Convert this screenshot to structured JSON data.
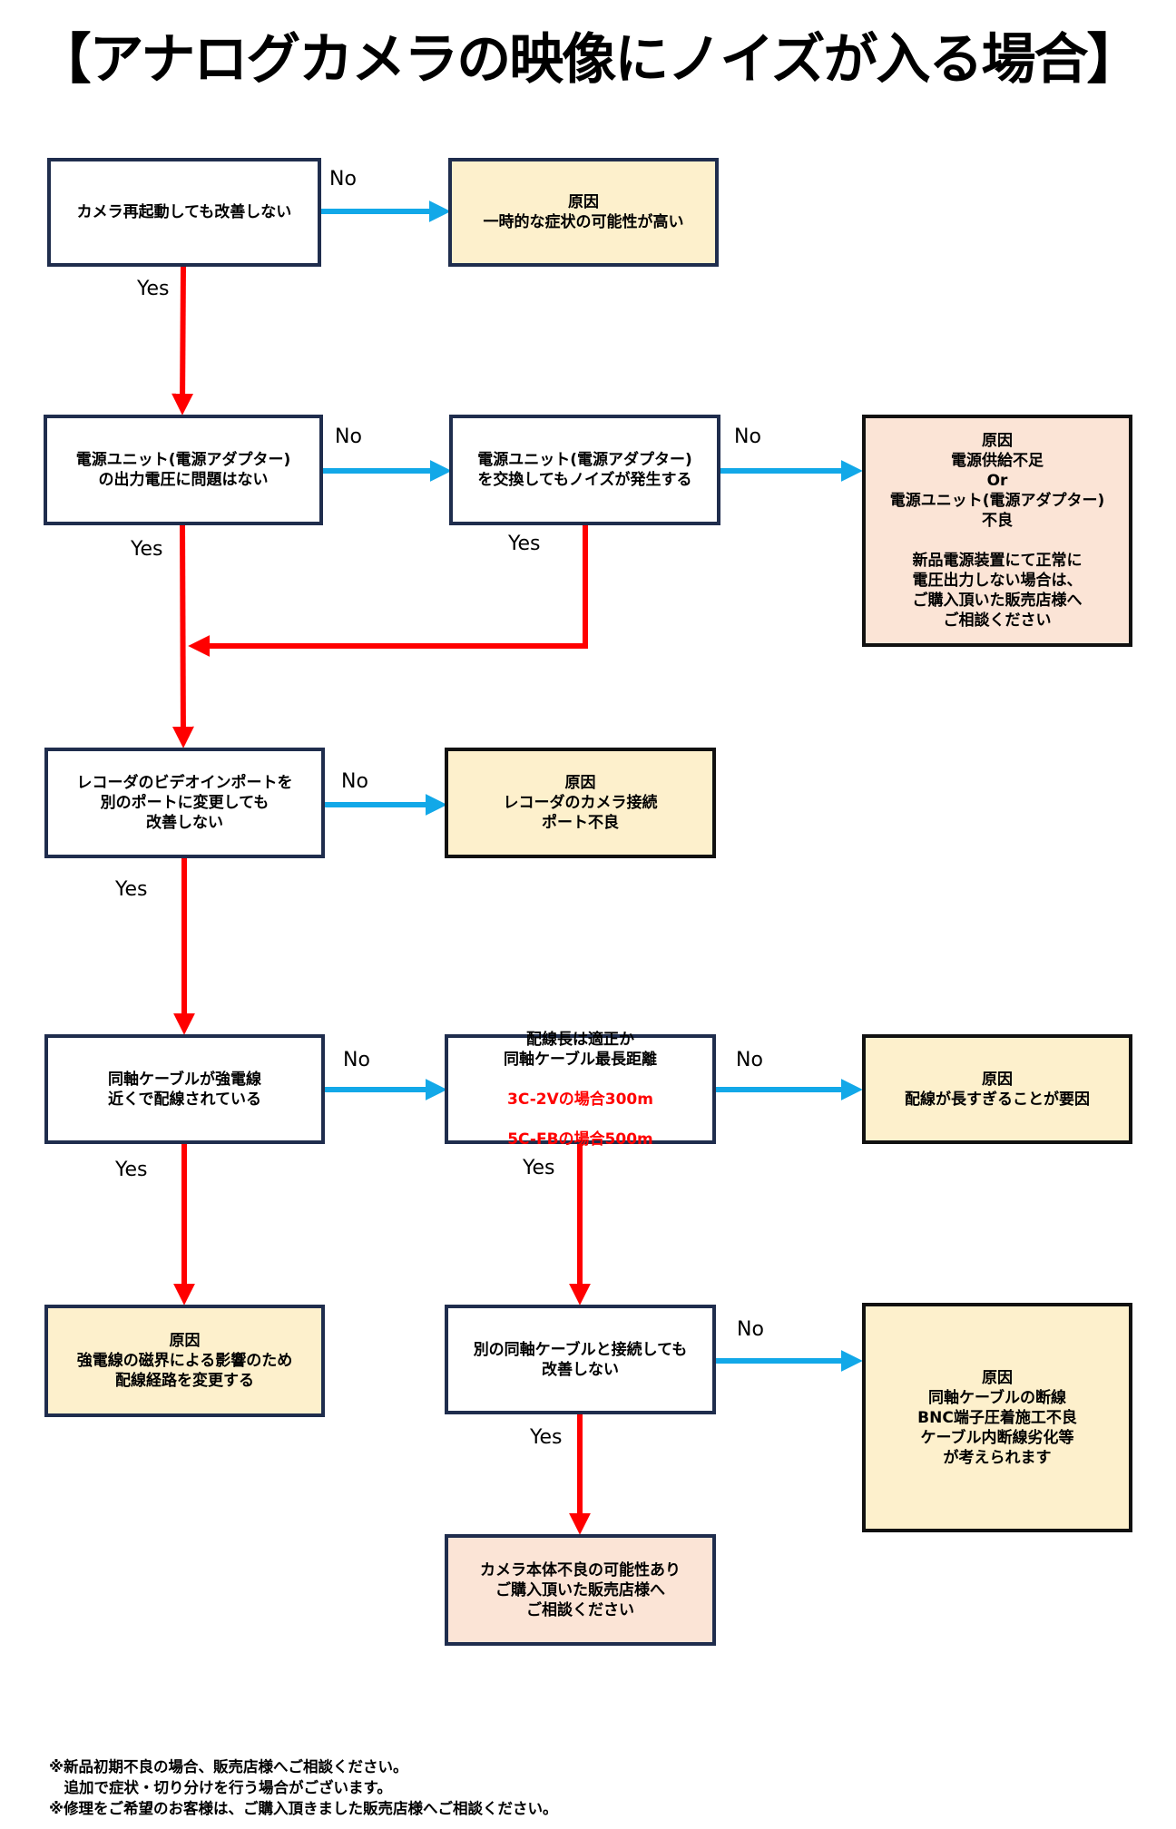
{
  "title": "【アナログカメラの映像にノイズが入る場合】",
  "labels": {
    "yes": "Yes",
    "no": "No"
  },
  "colors": {
    "yes_arrow": "#ff0000",
    "no_arrow": "#12a8e8",
    "question_border": "#1f2d4d",
    "cause_fill": "#fdf0cc",
    "contact_fill": "#fbe4d6"
  },
  "nodes": {
    "q1": {
      "text": "カメラ再起動しても改善しない"
    },
    "c1": {
      "text": "原因\n一時的な症状の可能性が高い"
    },
    "q2": {
      "text": "電源ユニット(電源アダプター)\nの出力電圧に問題はない"
    },
    "q3": {
      "text": "電源ユニット(電源アダプター)\nを交換してもノイズが発生する"
    },
    "c2": {
      "text": "原因\n電源供給不足\nOr\n電源ユニット(電源アダプター)\n不良\n\n新品電源装置にて正常に\n電圧出力しない場合は、\nご購入頂いた販売店様へ\nご相談ください"
    },
    "q4": {
      "text": "レコーダのビデオインポートを\n別のポートに変更しても\n改善しない"
    },
    "c3": {
      "text": "原因\nレコーダのカメラ接続\nポート不良"
    },
    "q5": {
      "text": "同軸ケーブルが強電線\n近くで配線されている"
    },
    "q6": {
      "text": "配線長は適正か\n同軸ケーブル最長距離",
      "note1": "3C-2Vの場合300m",
      "note2": "5C-FBの場合500m"
    },
    "c4": {
      "text": "原因\n配線が長すぎることが要因"
    },
    "c5": {
      "text": "原因\n強電線の磁界による影響のため\n配線経路を変更する"
    },
    "q7": {
      "text": "別の同軸ケーブルと接続しても\n改善しない"
    },
    "c6": {
      "text": "原因\n同軸ケーブルの断線\nBNC端子圧着施工不良\nケーブル内断線劣化等\nが考えられます"
    },
    "c7": {
      "text": "カメラ本体不良の可能性あり\nご購入頂いた販売店様へ\nご相談ください"
    }
  },
  "footnotes": [
    "※新品初期不良の場合、販売店様へご相談ください。",
    "　追加で症状・切り分けを行う場合がございます。",
    "※修理をご希望のお客様は、ご購入頂きました販売店様へご相談ください。"
  ]
}
